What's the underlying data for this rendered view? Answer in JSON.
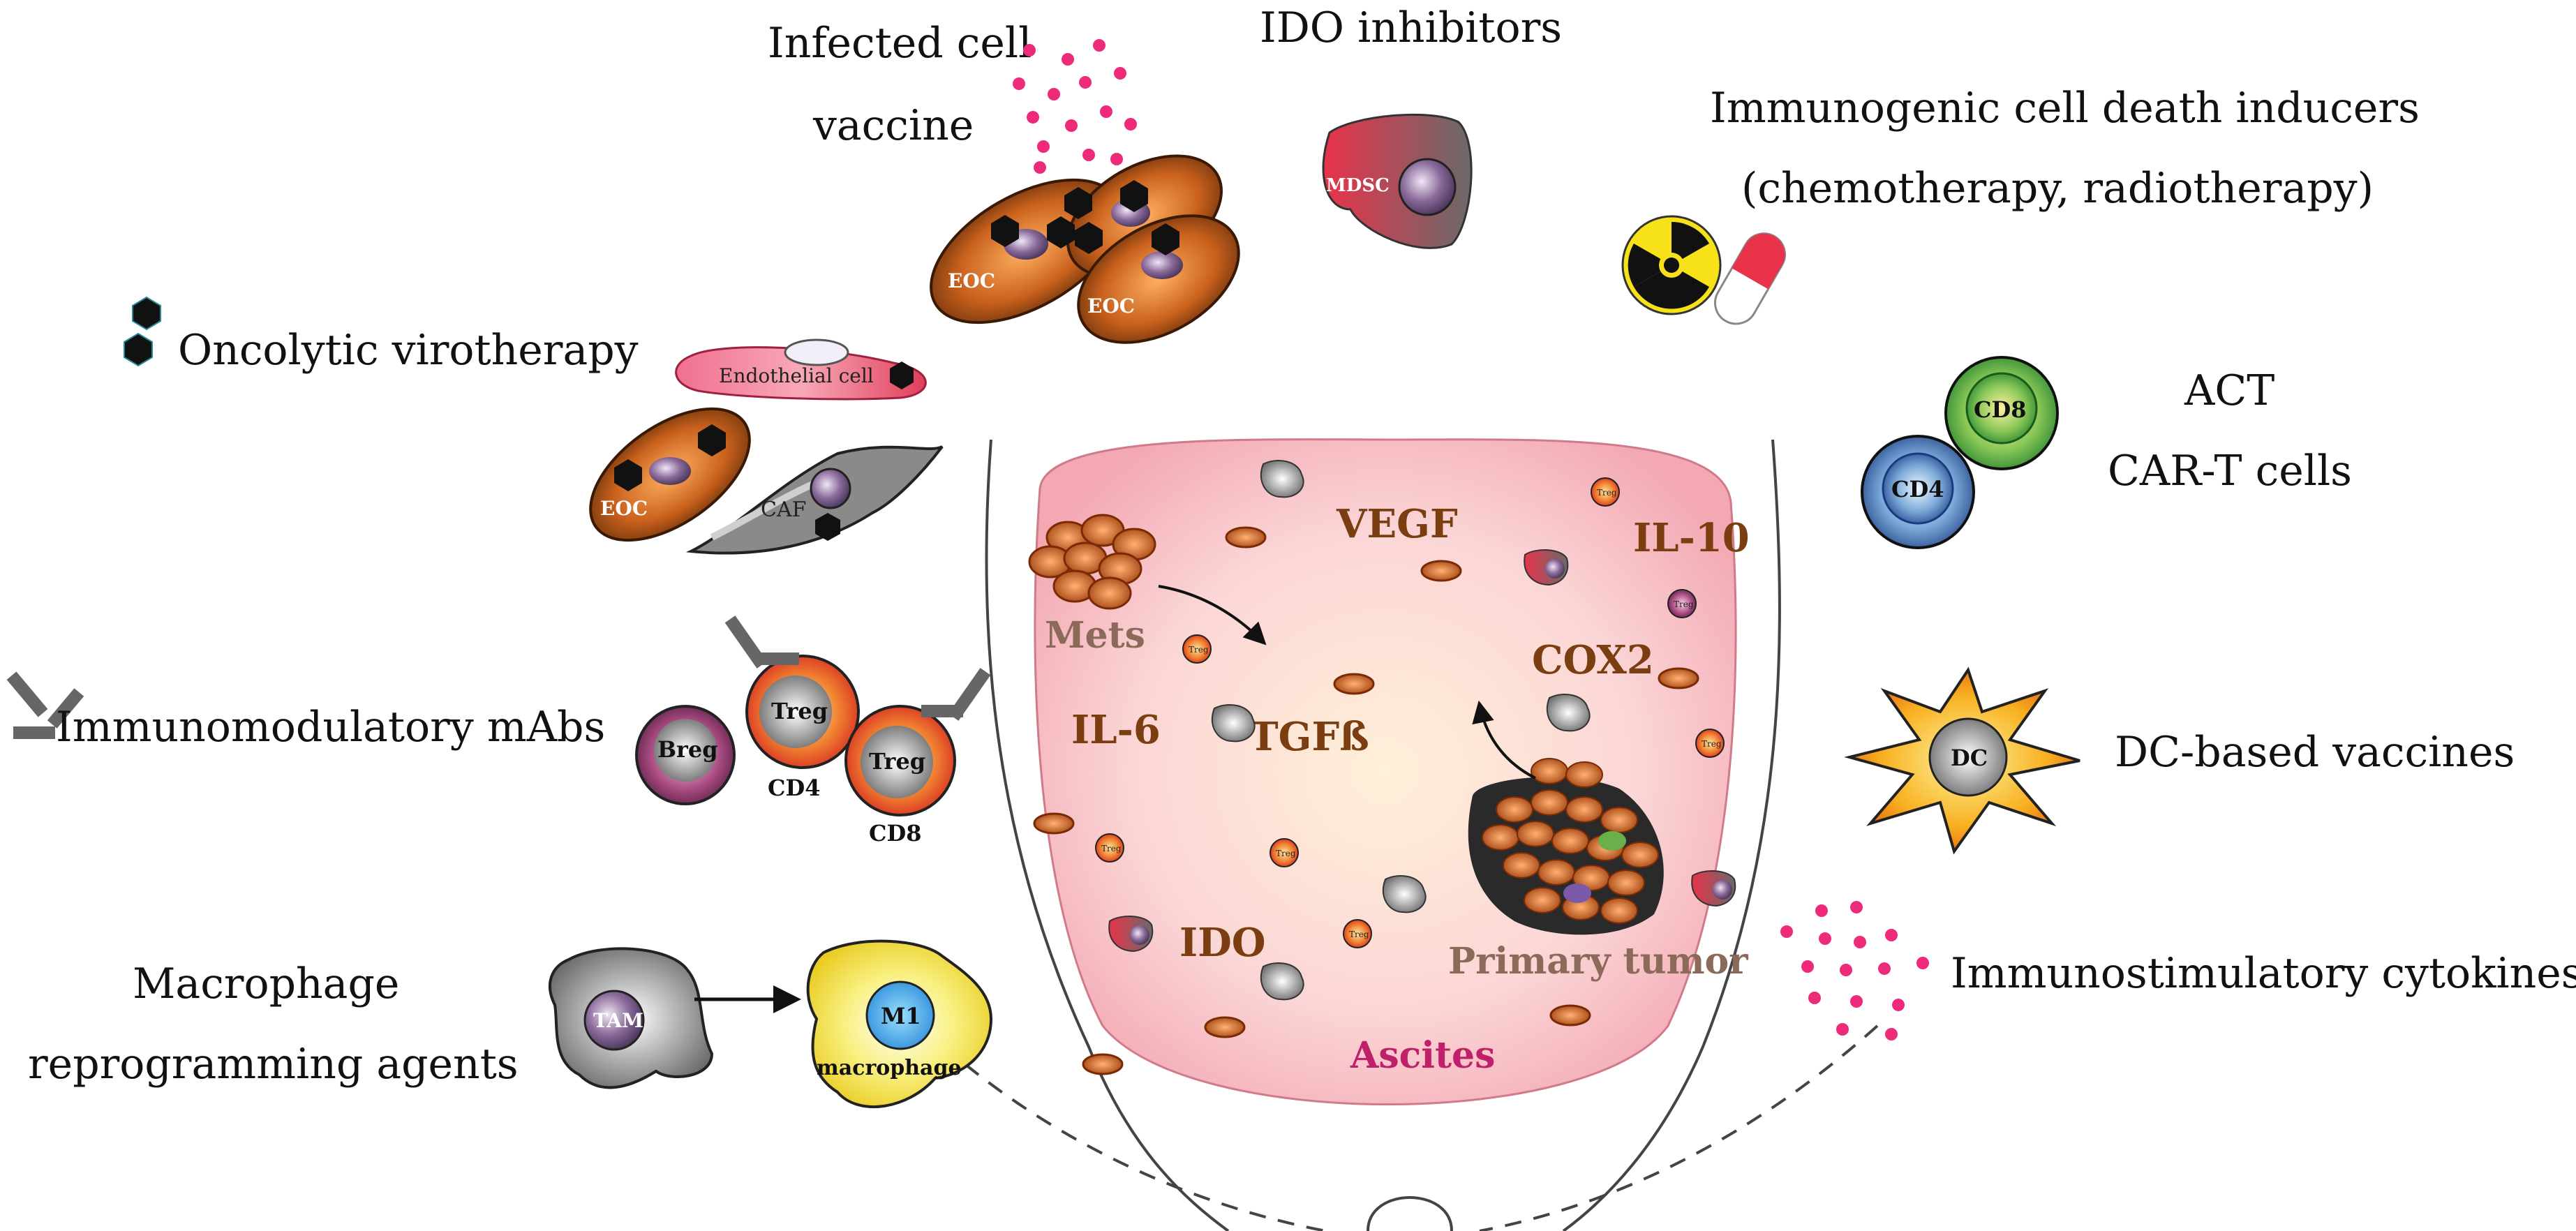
{
  "labels": {
    "infected_cell_vaccine_line1": "Infected cell",
    "infected_cell_vaccine_line2": "vaccine",
    "ido_inhibitors": "IDO inhibitors",
    "icd_line1": "Immunogenic cell death inducers",
    "icd_line2": "(chemotherapy, radiotherapy)",
    "oncolytic": "Oncolytic virotherapy",
    "act": "ACT",
    "car_t": "CAR-T cells",
    "immunomodulatory": "Immunomodulatory mAbs",
    "dc_vaccines": "DC-based vaccines",
    "macrophage_line1": "Macrophage",
    "macrophage_line2": "reprogramming agents",
    "immunostimulatory": "Immunostimulatory cytokines"
  },
  "cells": {
    "eoc": "EOC",
    "mdsc": "MDSC",
    "endothelial": "Endothelial cell",
    "caf": "CAF",
    "cd8": "CD8",
    "cd4": "CD4",
    "breg": "Breg",
    "treg": "Treg",
    "dc": "DC",
    "tam": "TAM",
    "m1": "M1",
    "m1_sub": "macrophage",
    "treg_small": "Treg",
    "cd4_small": "CD4"
  },
  "abdomen": {
    "mets": "Mets",
    "vegf": "VEGF",
    "il10": "IL-10",
    "cox2": "COX2",
    "il6": "IL-6",
    "tgfb": "TGFß",
    "ido": "IDO",
    "primary_tumor": "Primary tumor",
    "ascites": "Ascites"
  },
  "colors": {
    "ascites_pink": "#f6c4cc",
    "tumor_brown": "#7a3e10",
    "cytokine_dot": "#ee2a7b",
    "eoc_brown": "#8a4a1a",
    "treg_red": "#e8332a",
    "cd8_green": "#2e9a3a",
    "cd4_blue": "#2c5aa0",
    "dc_yellow": "#f7b21a",
    "m1_yellow": "#f3e64a",
    "mdsc_red": "#e8334a"
  },
  "icons": [
    "hexagon-virus-icon",
    "antibody-icon",
    "radiation-icon",
    "pill-icon",
    "cytokine-dots-icon"
  ]
}
